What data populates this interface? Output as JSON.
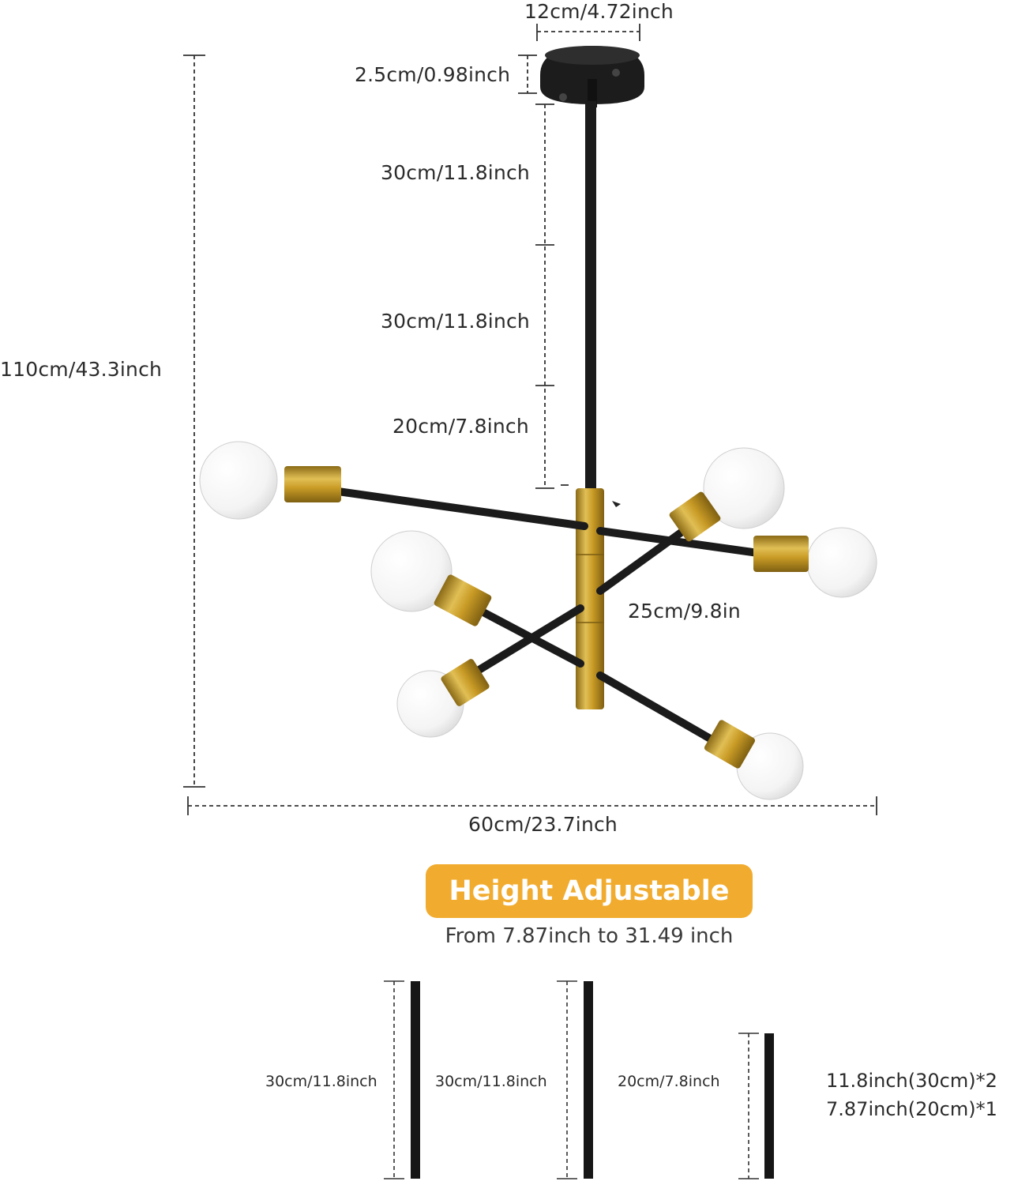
{
  "dimensions": {
    "canopy_diameter": "12cm/4.72inch",
    "canopy_height": "2.5cm/0.98inch",
    "rod_1": "30cm/11.8inch",
    "rod_2": "30cm/11.8inch",
    "rod_3": "20cm/7.8inch",
    "arm_length": "25cm/9.8in",
    "total_height": "110cm/43.3inch",
    "total_width": "60cm/23.7inch"
  },
  "badge": {
    "title": "Height Adjustable",
    "subtitle": "From 7.87inch to 31.49 inch"
  },
  "rods": {
    "rod_a_label": "30cm/11.8inch",
    "rod_b_label": "30cm/11.8inch",
    "rod_c_label": "20cm/7.8inch",
    "qty_line_1": "11.8inch(30cm)*2",
    "qty_line_2": "7.87inch(20cm)*1"
  },
  "colors": {
    "accent": "#f1ac2f",
    "brass": "#c9a02a",
    "metal_black": "#1b1b1b",
    "bulb_white": "#f6f6f6"
  }
}
